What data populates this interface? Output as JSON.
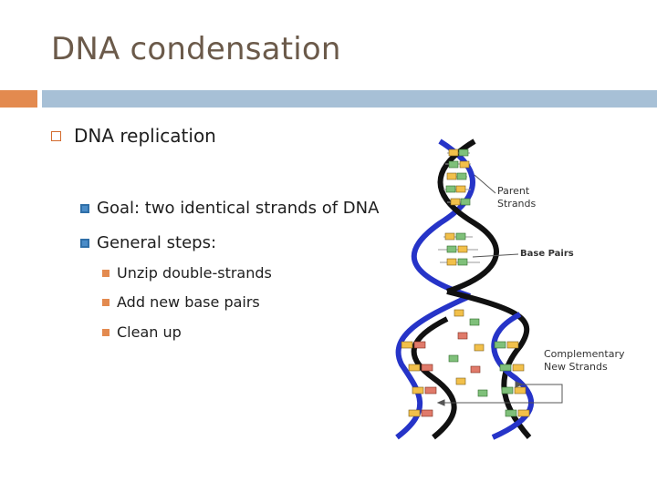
{
  "slide": {
    "title": "DNA condensation",
    "bullets": {
      "level1": "DNA replication",
      "goal": "Goal: two identical strands of DNA",
      "general": "General steps:",
      "steps": [
        "Unzip double-strands",
        "Add new base pairs",
        "Clean up"
      ]
    }
  },
  "figure": {
    "labels": {
      "parent_1": "Parent",
      "parent_2": "Strands",
      "base_pairs": "Base Pairs",
      "complementary_1": "Complementary",
      "complementary_2": "New Strands"
    }
  },
  "colors": {
    "title": "#6b5a4a",
    "accent_orange": "#e38a4f",
    "accent_blue": "#a7c0d6",
    "strand_blue": "#2634c8",
    "strand_black": "#111111"
  }
}
